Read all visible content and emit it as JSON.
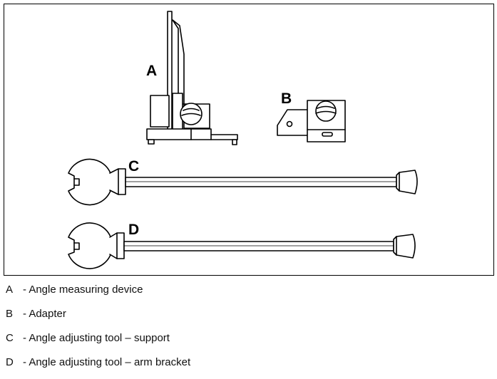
{
  "figure": {
    "callouts": {
      "a": "A",
      "b": "B",
      "c": "C",
      "d": "D"
    }
  },
  "legend": {
    "items": [
      {
        "key": "A",
        "text": "- Angle measuring device"
      },
      {
        "key": "B",
        "text": "- Adapter"
      },
      {
        "key": "C",
        "text": "- Angle adjusting tool – support"
      },
      {
        "key": "D",
        "text": "- Angle adjusting tool – arm bracket"
      }
    ]
  }
}
